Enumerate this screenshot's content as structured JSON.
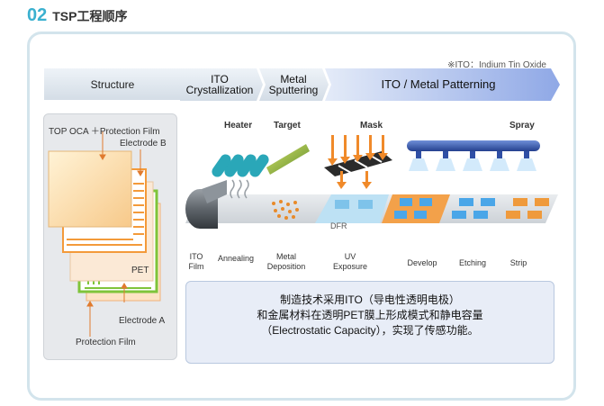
{
  "heading": {
    "number": "02",
    "title": "TSP工程顺序"
  },
  "note": "※ITO：Indium Tin Oxide",
  "header": {
    "structure": "Structure",
    "ito_crystallization": [
      "ITO",
      "Crystallization"
    ],
    "metal_sputtering": [
      "Metal",
      "Sputtering"
    ],
    "patterning": "ITO / Metal Patterning"
  },
  "structure_labels": {
    "top": "TOP OCA ＋Protection Film",
    "electrode_b": "Electrode B",
    "pet": "PET",
    "electrode_a": "Electrode A",
    "protection_film": "Protection Film"
  },
  "process_top_labels": {
    "heater": "Heater",
    "target": "Target",
    "mask": "Mask",
    "spray": "Spray",
    "dfr": "DFR"
  },
  "process_steps": [
    [
      "ITO",
      "Film"
    ],
    [
      "Annealing"
    ],
    [
      "Metal",
      "Deposition"
    ],
    [
      "UV",
      "Exposure"
    ],
    [
      "Develop"
    ],
    [
      "Etching"
    ],
    [
      "Strip"
    ]
  ],
  "description": [
    "制造技术采用ITO（导电性透明电极）",
    "和金属材料在透明PET膜上形成模式和静电容量",
    "（Electrostatic Capacity），实现了传感功能。"
  ],
  "colors": {
    "accent": "#3ab0cf",
    "blue_arrow": "#5d7fd6",
    "orange": "#f39a3a",
    "green": "#7fc43a",
    "film": "#d9dde2"
  }
}
